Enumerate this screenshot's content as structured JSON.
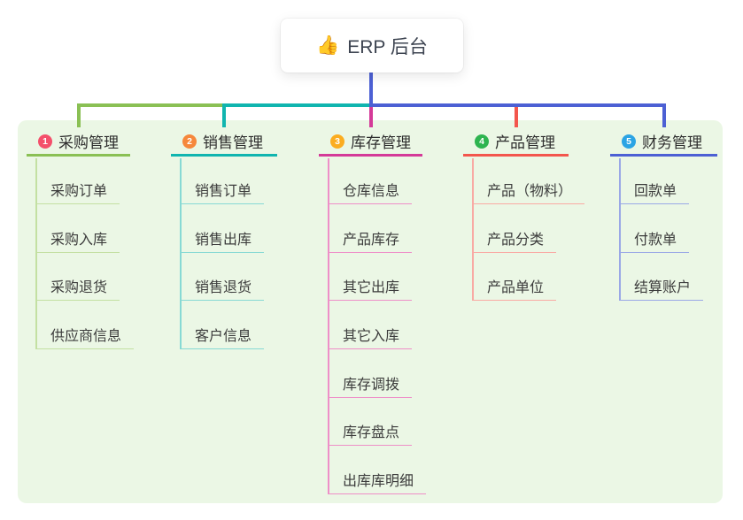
{
  "root": {
    "emoji": "👍",
    "label": "ERP 后台"
  },
  "colors": {
    "panel_bg": "#ebf7e5",
    "stem": "#4c60d4"
  },
  "branches": [
    {
      "index": "1",
      "label": "采购管理",
      "badge_color": "#f4506b",
      "line_color": "#8ac054",
      "line_light": "#c3e0a2",
      "children": [
        "采购订单",
        "采购入库",
        "采购退货",
        "供应商信息"
      ]
    },
    {
      "index": "2",
      "label": "销售管理",
      "badge_color": "#f6883c",
      "line_color": "#10b5af",
      "line_light": "#87d9d4",
      "children": [
        "销售订单",
        "销售出库",
        "销售退货",
        "客户信息"
      ]
    },
    {
      "index": "3",
      "label": "库存管理",
      "badge_color": "#fbad20",
      "line_color": "#d43a98",
      "line_light": "#ee8fc8",
      "children": [
        "仓库信息",
        "产品库存",
        "其它出库",
        "其它入库",
        "库存调拨",
        "库存盘点",
        "出库库明细"
      ]
    },
    {
      "index": "4",
      "label": "产品管理",
      "badge_color": "#2eb450",
      "line_color": "#f3564d",
      "line_light": "#f9aaa4",
      "children": [
        "产品（物料）",
        "产品分类",
        "产品单位"
      ]
    },
    {
      "index": "5",
      "label": "财务管理",
      "badge_color": "#2ba4e4",
      "line_color": "#4c60d4",
      "line_light": "#9aa8e6",
      "children": [
        "回款单",
        "付款单",
        "结算账户"
      ]
    }
  ]
}
